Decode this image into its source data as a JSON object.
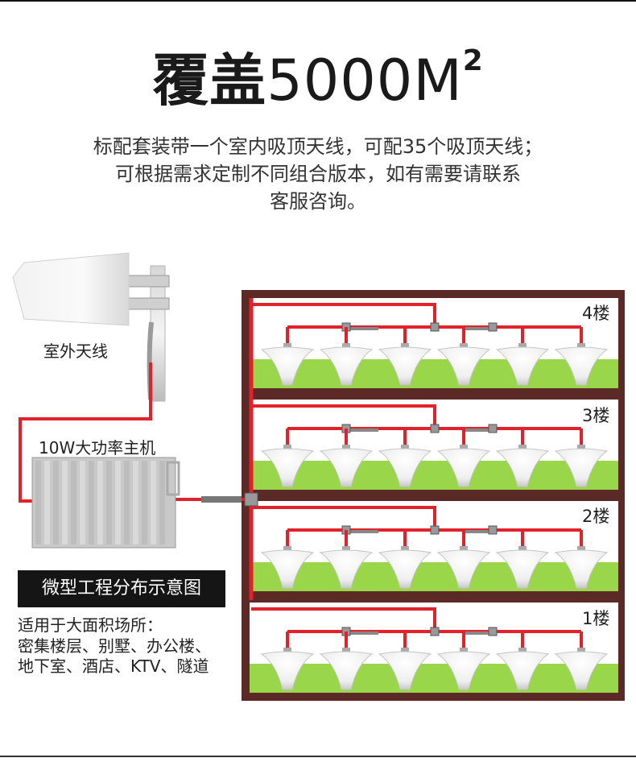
{
  "header": {
    "title_cn": "覆盖",
    "title_num": "5000M",
    "title_sup": "2",
    "lines": [
      "标配套装带一个室内吸顶天线，可配35个吸顶天线；",
      "可根据需求定制不同组合版本，如有需要请联系",
      "客服咨询。"
    ]
  },
  "diagram": {
    "outdoor_label": "室外天线",
    "host_label": "10W大功率主机",
    "caption": "微型工程分布示意图",
    "floors": [
      "4楼",
      "3楼",
      "2楼",
      "1楼"
    ],
    "antennas_per_floor": 6,
    "colors": {
      "cable": "#e2222a",
      "frame": "#5b2a26",
      "grass": "#9ad64a",
      "box": "#151515"
    }
  },
  "notes": {
    "lines": [
      "适用于大面积场所：",
      "密集楼层、别墅、办公楼、",
      "地下室、酒店、KTV、隧道"
    ]
  }
}
